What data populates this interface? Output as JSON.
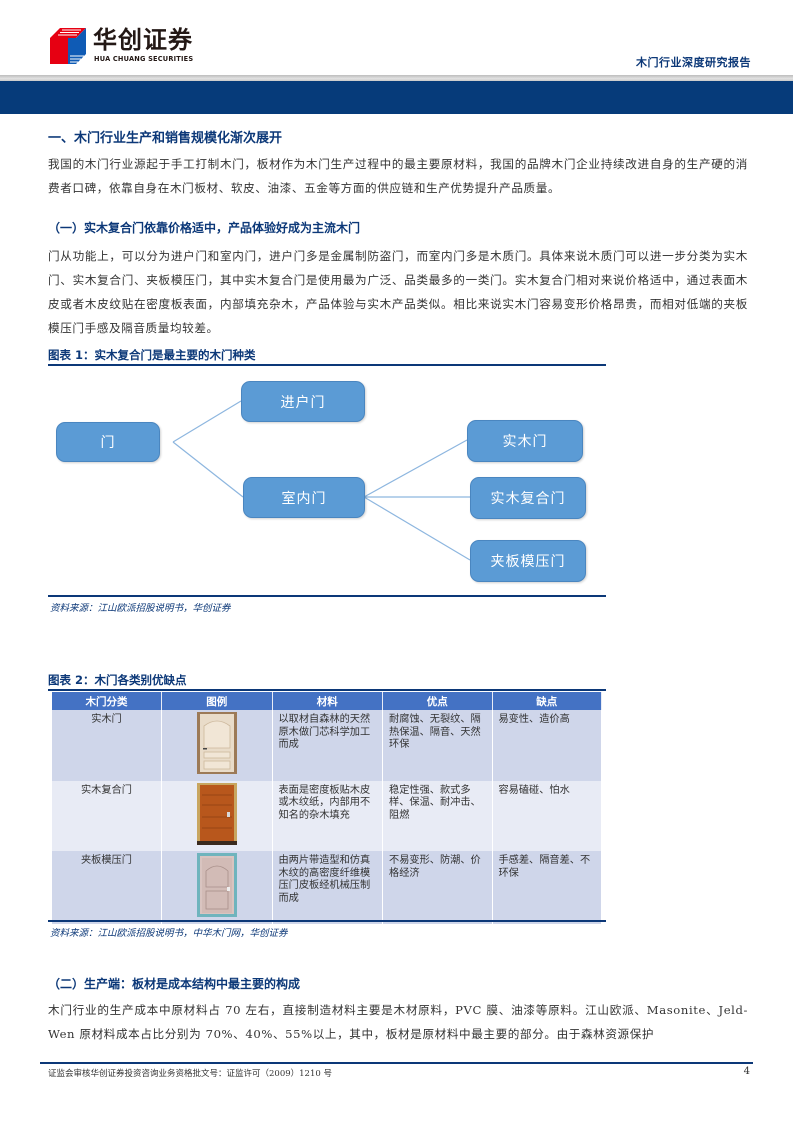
{
  "header": {
    "brand_cn": "华创证券",
    "brand_en": "HUA CHUANG SECURITIES",
    "report_title": "木门行业深度研究报告",
    "colors": {
      "navy": "#063b7a",
      "title_blue": "#0c3878",
      "logo_red": "#e60012",
      "logo_blue": "#0f5bb5"
    }
  },
  "section1": {
    "heading": "一、木门行业生产和销售规模化渐次展开",
    "paragraph": "我国的木门行业源起于手工打制木门，板材作为木门生产过程中的最主要原材料，我国的品牌木门企业持续改进自身的生产硬的消费者口碑，依靠自身在木门板材、软皮、油漆、五金等方面的供应链和生产优势提升产品质量。"
  },
  "subsection1": {
    "heading": "（一）实木复合门依靠价格适中，产品体验好成为主流木门",
    "paragraph": "门从功能上，可以分为进户门和室内门，进户门多是金属制防盗门，而室内门多是木质门。具体来说木质门可以进一步分类为实木门、实木复合门、夹板模压门，其中实木复合门是使用最为广泛、品类最多的一类门。实木复合门相对来说价格适中，通过表面木皮或者木皮纹贴在密度板表面，内部填充杂木，产品体验与实木产品类似。相比来说实木门容易变形价格昂贵，而相对低端的夹板模压门手感及隔音质量均较差。"
  },
  "figure1": {
    "title": "图表 1：实木复合门是最主要的木门种类",
    "nodes": {
      "root": "门",
      "entry": "进户门",
      "interior": "室内门",
      "solid": "实木门",
      "composite": "实木复合门",
      "molded": "夹板模压门"
    },
    "node_color": "#5b9bd5",
    "source": "资料来源：江山欧派招股说明书，华创证券"
  },
  "figure2": {
    "title": "图表 2：木门各类别优缺点",
    "columns": [
      "木门分类",
      "图例",
      "材料",
      "优点",
      "缺点"
    ],
    "rows": [
      {
        "category": "实木门",
        "image": "solid-wood-door-image",
        "material": "以取材自森林的天然原木做门芯科学加工而成",
        "pros": "耐腐蚀、无裂纹、隔热保温、隔音、天然环保",
        "cons": "易变性、造价高"
      },
      {
        "category": "实木复合门",
        "image": "composite-wood-door-image",
        "material": "表面是密度板贴木皮或木纹纸，内部用不知名的杂木填充",
        "pros": "稳定性强、款式多样、保温、耐冲击、阻燃",
        "cons": "容易磕碰、怕水"
      },
      {
        "category": "夹板模压门",
        "image": "molded-door-image",
        "material": "由两片带造型和仿真木纹的高密度纤维模压门皮板经机械压制而成",
        "pros": "不易变形、防潮、价格经济",
        "cons": "手感差、隔音差、不环保"
      }
    ],
    "header_color": "#4472c4",
    "source": "资料来源：江山欧派招股说明书，中华木门网，华创证券"
  },
  "subsection2": {
    "heading": "（二）生产端：板材是成本结构中最主要的构成",
    "paragraph": "木门行业的生产成本中原材料占 70 左右，直接制造材料主要是木材原料，PVC 膜、油漆等原料。江山欧派、Masonite、Jeld-Wen 原材料成本占比分别为 70%、40%、55%以上，其中，板材是原材料中最主要的部分。由于森林资源保护"
  },
  "footer": {
    "license": "证监会审核华创证券投资咨询业务资格批文号：证监许可（2009）1210 号",
    "page_number": "4"
  }
}
